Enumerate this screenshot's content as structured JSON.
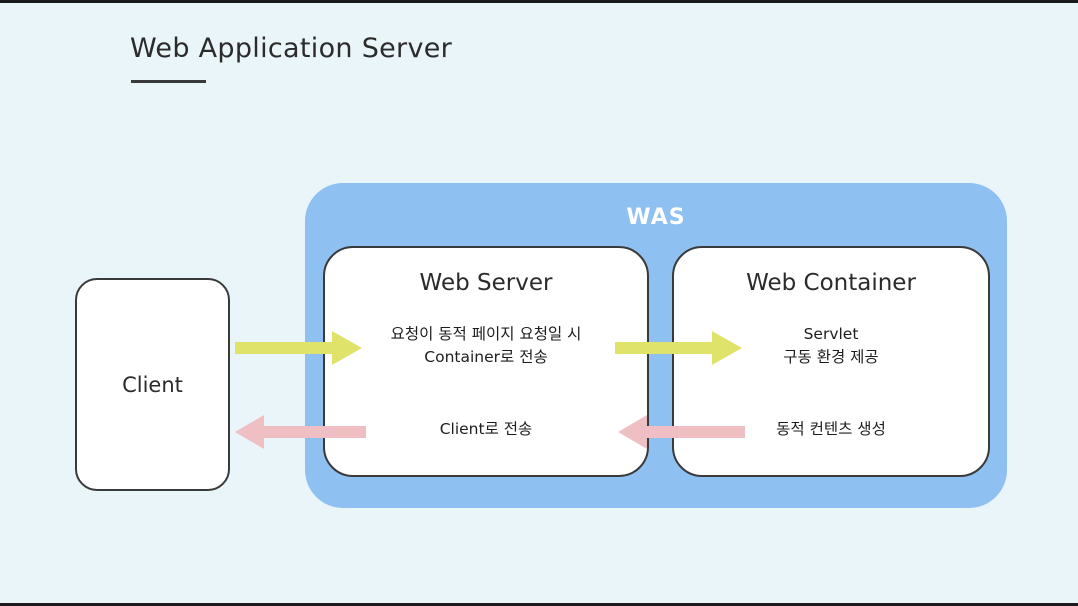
{
  "title": "Web Application Server",
  "client": {
    "label": "Client"
  },
  "was": {
    "label": "WAS",
    "web_server": {
      "title": "Web Server",
      "request_text_line1": "요청이 동적 페이지 요청일 시",
      "request_text_line2": "Container로 전송",
      "response_text": "Client로 전송"
    },
    "web_container": {
      "title": "Web Container",
      "servlet_line1": "Servlet",
      "servlet_line2": "구동 환경 제공",
      "response_text": "동적 컨텐츠 생성"
    }
  },
  "colors": {
    "background": "#eaf5fa",
    "was_fill": "#8fc0f2",
    "request_arrow": "#dfe36a",
    "response_arrow": "#efbfc4"
  }
}
